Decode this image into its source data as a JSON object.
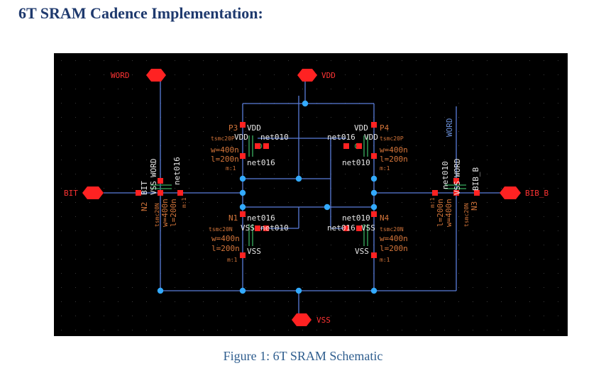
{
  "heading": "6T SRAM Cadence Implementation:",
  "caption": "Figure 1: 6T SRAM Schematic",
  "colors": {
    "heading": "#1f3a6e",
    "caption": "#2e5d8e",
    "canvas": "#000000",
    "wire": "#5a7dd9",
    "node": "#33aaff",
    "pin": "#ff2222",
    "device": "#2f8f4f",
    "label_white": "#e8e8e8",
    "label_orange": "#d4753a",
    "label_blue": "#6a8fd8"
  },
  "schematic": {
    "pins": {
      "word": "WORD",
      "vdd": "VDD",
      "bit": "BIT",
      "bit_b": "BIB_B",
      "vss": "VSS"
    },
    "wire_labels": {
      "word_right": "WORD"
    },
    "p3": {
      "name": "P3",
      "model": "tsmc20P",
      "w": "w=400n",
      "l": "l=200n",
      "m": "m:1",
      "source": "VDD",
      "bulk": "VDD",
      "gate": "net010",
      "drain": "net016"
    },
    "p4": {
      "name": "P4",
      "model": "tsmc20P",
      "w": "w=400n",
      "l": "l=200n",
      "m": "m:1",
      "source": "VDD",
      "bulk": "VDD",
      "gate": "net016",
      "drain": "net010"
    },
    "n1": {
      "name": "N1",
      "model": "tsmc20N",
      "w": "w=400n",
      "l": "l=200n",
      "m": "m:1",
      "drain": "net016",
      "bulk": "VSS",
      "gate": "net010",
      "source": "VSS"
    },
    "n4": {
      "name": "N4",
      "model": "tsmc20N",
      "w": "w=400n",
      "l": "l=200n",
      "m": "m:1",
      "drain": "net010",
      "bulk": "VSS",
      "gate": "net016",
      "source": "VSS"
    },
    "n2": {
      "name": "N2",
      "model": "tsmc20N",
      "w": "w=400n",
      "l": "l=200n",
      "m": "m:1",
      "d": "BIT",
      "bulk": "VSS",
      "gate": "WORD",
      "s": "net016"
    },
    "n3": {
      "name": "N3",
      "model": "tsmc20N",
      "w": "w=400n",
      "l": "l=200n",
      "m": "m:1",
      "d": "net010",
      "bulk": "VSS",
      "gate": "WORD",
      "s": "BIB_B"
    }
  }
}
